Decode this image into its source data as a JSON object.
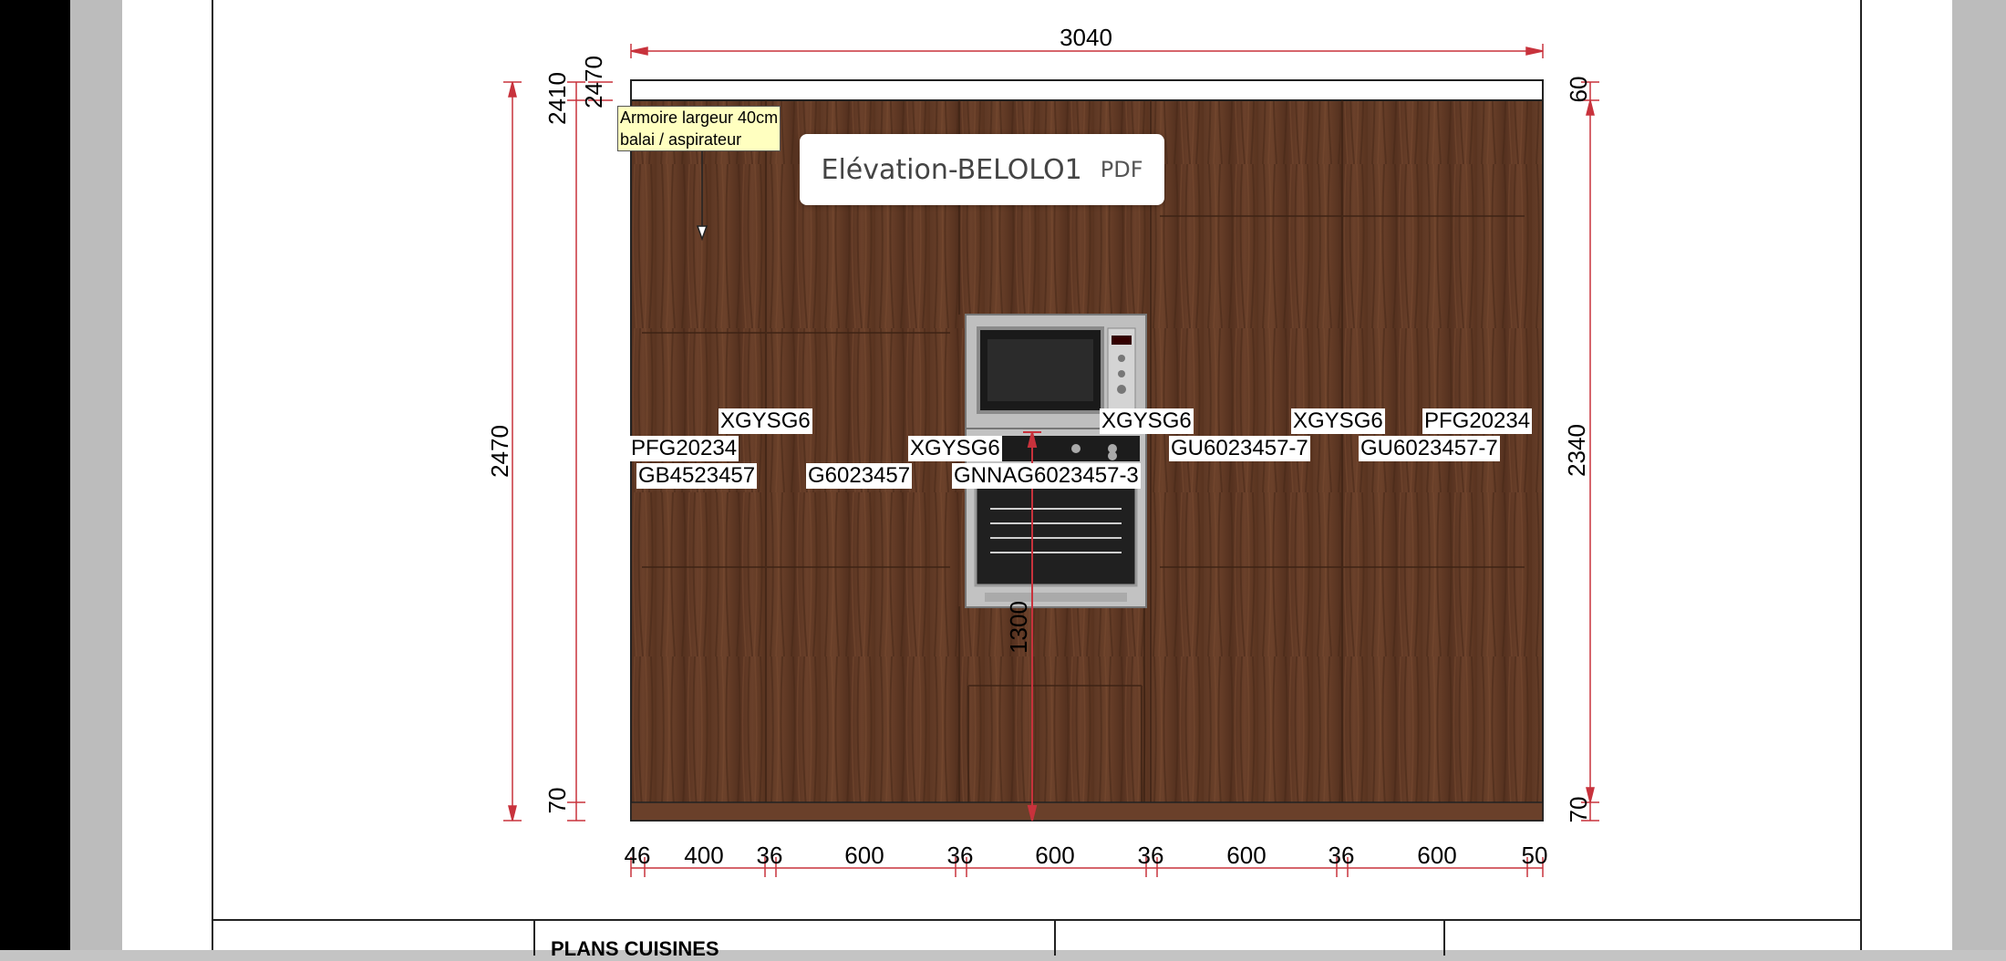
{
  "viewer": {
    "file_name": "Elévation-BELOLO1",
    "file_type": "PDF"
  },
  "drawing": {
    "top_width": "3040",
    "left_dims": [
      "2470",
      "2410",
      "2470",
      "70"
    ],
    "right_dims": [
      "60",
      "2340",
      "70"
    ],
    "oven_height": "1300",
    "bottom_dims": [
      "46",
      "400",
      "36",
      "600",
      "36",
      "600",
      "36",
      "600",
      "36",
      "600",
      "50"
    ],
    "note_line1": "Armoire largeur 40cm",
    "note_line2": "balai / aspirateur",
    "tags": {
      "t1": "XGYSG6",
      "t2": "PFG20234",
      "t3": "GB4523457",
      "t4": "G6023457",
      "t5": "XGYSG6",
      "t6": "GNNAG6023457-3",
      "t7": "XGYSG6",
      "t8": "GU6023457-7",
      "t9": "XGYSG6",
      "t10": "PFG20234",
      "t11": "GU6023457-7"
    },
    "colors": {
      "wood": "#5a3422",
      "dimension_red": "#c8323c"
    }
  },
  "title_block": {
    "title": "PLANS CUISINES"
  }
}
